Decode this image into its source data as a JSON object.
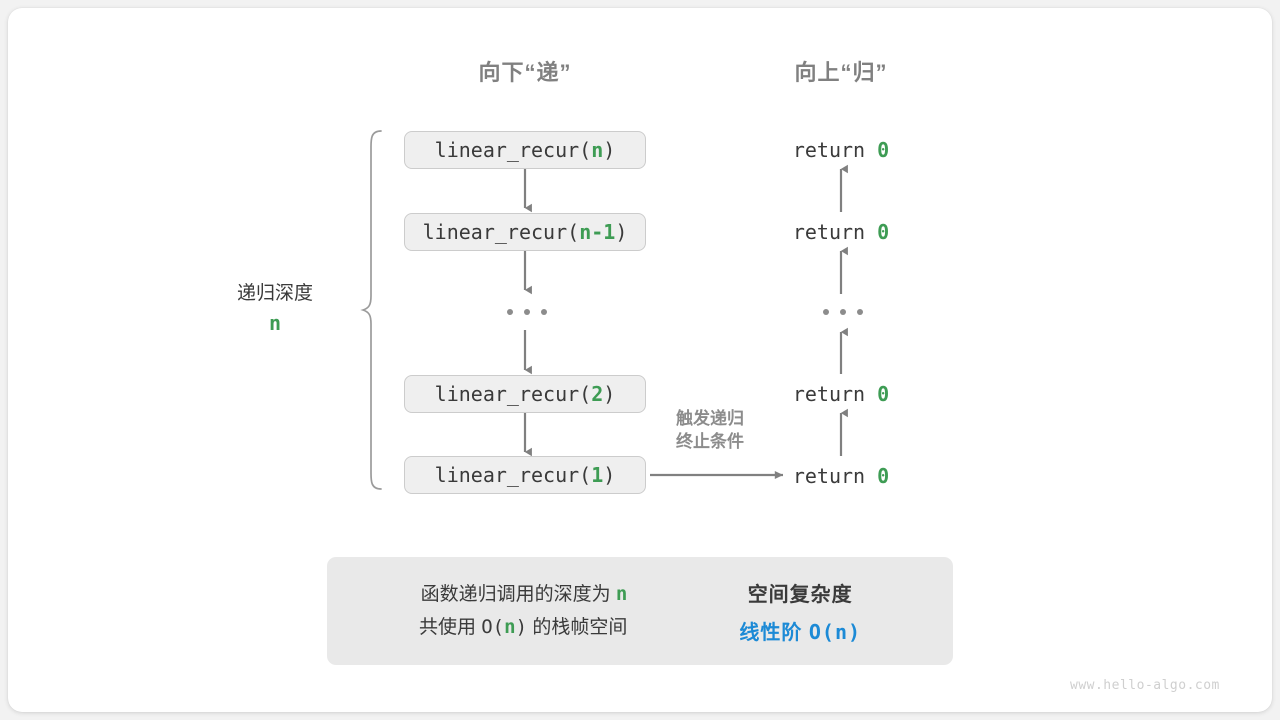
{
  "headers": {
    "down": "向下“递”",
    "up": "向上“归”"
  },
  "depth_bracket": {
    "label": "递归深度",
    "value": "n"
  },
  "call_stack": [
    {
      "prefix": "linear_recur(",
      "arg": "n",
      "suffix": ")"
    },
    {
      "prefix": "linear_recur(",
      "arg": "n-1",
      "suffix": ")"
    },
    {
      "prefix": "linear_recur(",
      "arg": "2",
      "suffix": ")"
    },
    {
      "prefix": "linear_recur(",
      "arg": "1",
      "suffix": ")"
    }
  ],
  "returns": [
    {
      "keyword": "return",
      "value": "0"
    },
    {
      "keyword": "return",
      "value": "0"
    },
    {
      "keyword": "return",
      "value": "0"
    },
    {
      "keyword": "return",
      "value": "0"
    }
  ],
  "base_case_note": {
    "line1": "触发递归",
    "line2": "终止条件"
  },
  "ellipsis": "...",
  "summary": {
    "left_line1_a": "函数递归调用的深度为",
    "left_line1_n": "n",
    "left_line2_a": "共使用",
    "left_line2_o": "O(",
    "left_line2_n": "n",
    "left_line2_c": ")",
    "left_line2_b": "的栈帧空间",
    "right_title": "空间复杂度",
    "right_value_label": "线性阶",
    "right_value_big_o": "O(n)"
  },
  "watermark": "www.hello-algo.com",
  "colors": {
    "accent_green": "#3e9c54",
    "accent_blue": "#1c8ad6",
    "arrow_gray": "#808080",
    "box_fill": "#efefef",
    "box_border": "#cccccc",
    "panel_fill": "#e9e9e9",
    "text_dark": "#3a3a3a",
    "text_muted": "#808080"
  }
}
